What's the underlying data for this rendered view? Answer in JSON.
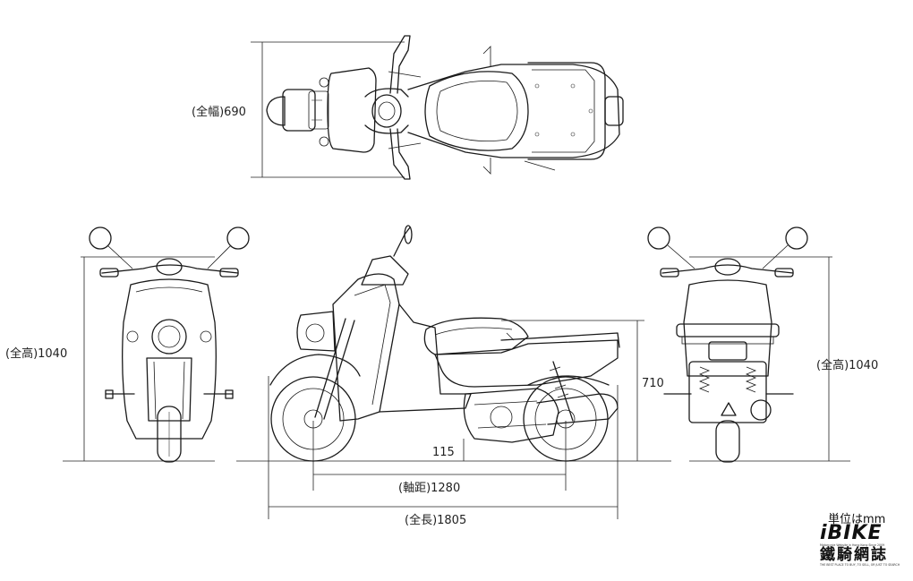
{
  "dimensions": {
    "width_label": "(全幅)690",
    "height_label_front": "(全高)1040",
    "height_label_rear": "(全高)1040",
    "seat_height_label": "710",
    "ground_clearance_label": "115",
    "wheelbase_label": "(軸距)1280",
    "length_label": "(全長)1805"
  },
  "unit_note": "単位はmm",
  "logo": {
    "brand": "iBIKE",
    "chinese_name": "鐵騎網誌",
    "tagline_top": "Motorcycle Website in Hong Kong Since 2009",
    "tagline_bottom": "THE BEST PLACE TO BUY, TO SELL, OR JUST TO SEARCH"
  }
}
